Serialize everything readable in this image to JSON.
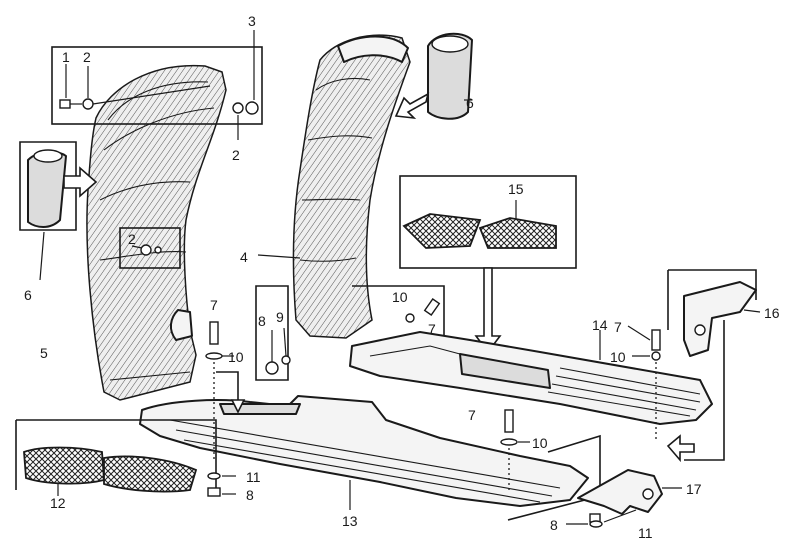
{
  "diagram": {
    "callouts": {
      "c1": "1",
      "c2a": "2",
      "c2b": "2",
      "c2c": "2",
      "c3": "3",
      "c4": "4",
      "c5": "5",
      "c6a": "6",
      "c6b": "6",
      "c7a": "7",
      "c7b": "7",
      "c7c": "7",
      "c7d": "7",
      "c8a": "8",
      "c8b": "8",
      "c8c": "8",
      "c9": "9",
      "c10a": "10",
      "c10b": "10",
      "c10c": "10",
      "c10d": "10",
      "c11a": "11",
      "c11b": "11",
      "c12": "12",
      "c13": "13",
      "c14": "14",
      "c15": "15",
      "c16": "16",
      "c17": "17"
    }
  }
}
